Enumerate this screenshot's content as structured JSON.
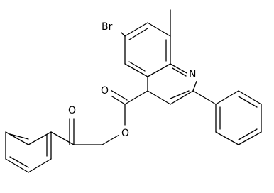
{
  "molecule": {
    "atoms": {
      "bromine": "Br",
      "nitrogen": "N",
      "ketone_oxygen": "O",
      "carbonyl_oxygen": "O",
      "ester_oxygen": "O"
    },
    "colors": {
      "bond": "#000000",
      "label": "#000000",
      "background": "#ffffff"
    }
  }
}
